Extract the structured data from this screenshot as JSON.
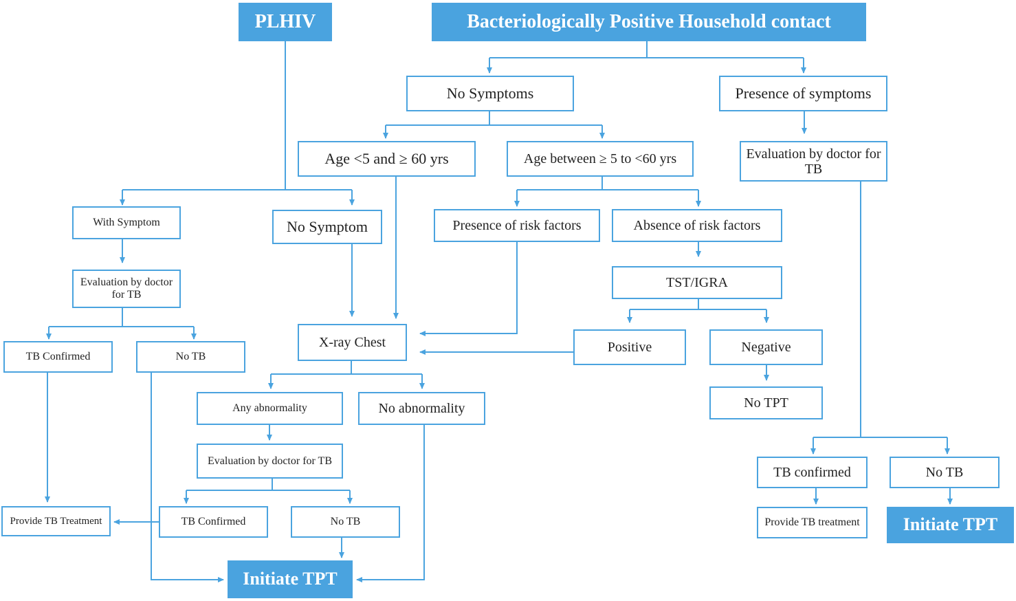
{
  "colors": {
    "accent": "#4aa3df",
    "text": "#222222",
    "background": "#ffffff"
  },
  "nodes": {
    "plhiv": "PLHIV",
    "household": "Bacteriologically Positive Household contact",
    "no_symptoms": "No Symptoms",
    "presence_symptoms": "Presence of symptoms",
    "age_lt5": "Age <5 and ≥ 60 yrs",
    "age_between": "Age between ≥ 5 to <60 yrs",
    "eval_doctor_right": "Evaluation by doctor for TB",
    "with_symptom": "With Symptom",
    "no_symptom": "No Symptom",
    "presence_risk": "Presence of risk factors",
    "absence_risk": "Absence of risk factors",
    "eval_doctor_left": "Evaluation by doctor for TB",
    "tst_igra": "TST/IGRA",
    "tb_confirmed_left": "TB Confirmed",
    "no_tb_left": "No TB",
    "xray_chest": "X-ray Chest",
    "positive": "Positive",
    "negative": "Negative",
    "any_abnormality": "Any abnormality",
    "no_abnormality": "No abnormality",
    "no_tpt": "No TPT",
    "eval_doctor_mid": "Evaluation by doctor for TB",
    "tb_confirmed_right": "TB confirmed",
    "no_tb_right": "No TB",
    "provide_tb_treatment_left": "Provide TB Treatment",
    "tb_confirmed_mid": "TB Confirmed",
    "no_tb_mid": "No TB",
    "provide_tb_treatment_right": "Provide TB treatment",
    "initiate_tpt_right": "Initiate TPT",
    "initiate_tpt_mid": "Initiate TPT"
  }
}
